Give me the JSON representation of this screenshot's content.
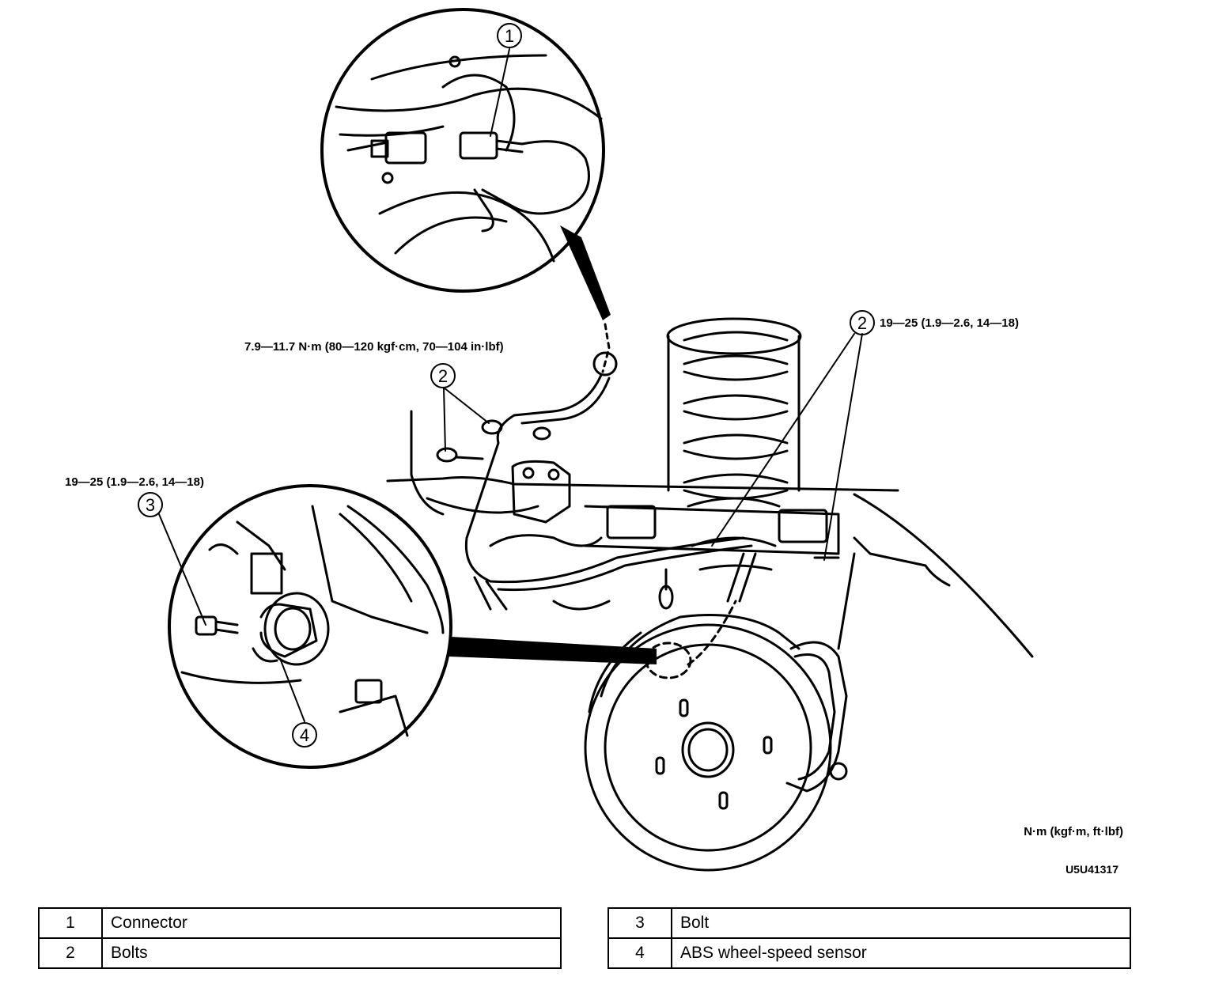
{
  "annotations": {
    "torque_connector_bolt": "7.9—11.7 N·m (80—120 kgf·cm, 70—104 in·lbf)",
    "torque_bolts_right": "19—25 (1.9—2.6, 14—18)",
    "torque_bolt_left": "19—25 (1.9—2.6, 14—18)",
    "units_note": "N·m (kgf·m, ft·lbf)",
    "figure_code": "U5U41317"
  },
  "callouts": {
    "c1": "1",
    "c2_left": "2",
    "c2_right": "2",
    "c3": "3",
    "c4": "4"
  },
  "legend": {
    "left": [
      {
        "num": "1",
        "label": "Connector"
      },
      {
        "num": "2",
        "label": "Bolts"
      }
    ],
    "right": [
      {
        "num": "3",
        "label": "Bolt"
      },
      {
        "num": "4",
        "label": "ABS wheel-speed sensor"
      }
    ]
  }
}
